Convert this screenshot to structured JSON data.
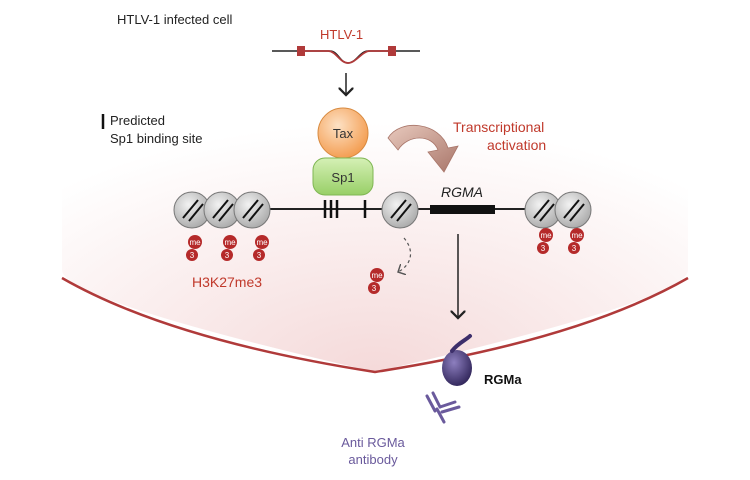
{
  "labels": {
    "cell": "HTLV-1 infected cell",
    "virus": "HTLV-1",
    "legend_line1": "Predicted",
    "legend_line2": "Sp1 binding site",
    "tax": "Tax",
    "sp1": "Sp1",
    "activation_line1": "Transcriptional",
    "activation_line2": "activation",
    "gene": "RGMA",
    "mark": "H3K27me3",
    "protein": "RGMa",
    "antibody_line1": "Anti RGMa",
    "antibody_line2": "antibody",
    "me": "me",
    "three": "3"
  },
  "colors": {
    "red_text": "#c0392b",
    "cell_fill": "#f7e3e3",
    "membrane": "#b03a3a",
    "tax": "#f5a35b",
    "sp1": "#a9d97a",
    "nucleosome": "#c9c9c9",
    "methyl": "#b52a2a",
    "protein": "#3d2f6b",
    "antibody": "#6a5a9c",
    "arrow_brown": "#b08070"
  }
}
